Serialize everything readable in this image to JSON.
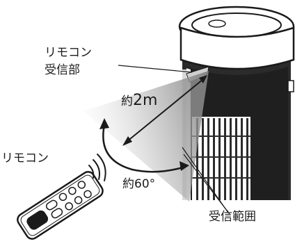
{
  "labels": {
    "receiver_line1": "リモコン",
    "receiver_line2": "受信部",
    "distance_prefix": "約",
    "distance_value": "2m",
    "remote": "リモコン",
    "angle": "約60°",
    "range": "受信範囲"
  },
  "icons": {
    "fan": "tower-fan",
    "remote": "remote-control",
    "signal": "signal-waves"
  }
}
